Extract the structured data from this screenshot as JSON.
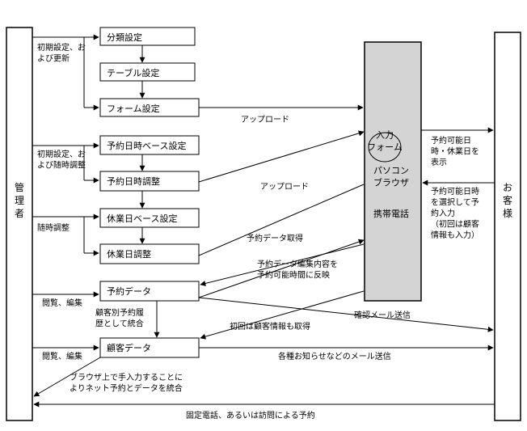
{
  "actors": {
    "admin": "管\n理\n者",
    "customer": "お\n客\n様"
  },
  "boxes": {
    "bunrui": "分類設定",
    "table": "テーブル設定",
    "form": "フォーム設定",
    "yoyaku_base": "予約日時ベース設定",
    "yoyaku_adjust": "予約日時調整",
    "kyugyo_base": "休業日ベース設定",
    "kyugyo_adjust": "休業日調整",
    "yoyaku_data": "予約データ",
    "kokyaku_data": "顧客データ"
  },
  "center_box": {
    "form_bubble": "入力\nフォーム",
    "pc_browser": "パソコン\nブラウザ",
    "mobile": "携帯電話"
  },
  "labels": {
    "initial_update": "初期設定、お\nよび更新",
    "initial_anytime": "初期設定、お\nよび随時調整",
    "anytime_adjust": "随時調整",
    "browse_edit_1": "閲覧、編集",
    "browse_edit_2": "閲覧、編集",
    "upload_1": "アップロード",
    "upload_2": "アップロード",
    "get_yoyaku": "予約データ取得",
    "reflect_edits": "予約データ編集内容を\n予約可能時間に反映",
    "history": "顧客別予約履\n歴として統合",
    "first_time": "初回は顧客情報も取得",
    "confirm_mail": "確認メール送信",
    "news_mail": "各種お知らせなどのメール送信",
    "manual_merge": "ブラウザ上で手入力することに\nよりネット予約とデータを統合",
    "phone_visit": "固定電話、あるいは訪問による予約",
    "show_available": "予約可能日\n時・休業日を\n表示",
    "select_input": "予約可能日時\nを選択して予\n約入力\n（初回は顧客\n情報も入力）"
  }
}
